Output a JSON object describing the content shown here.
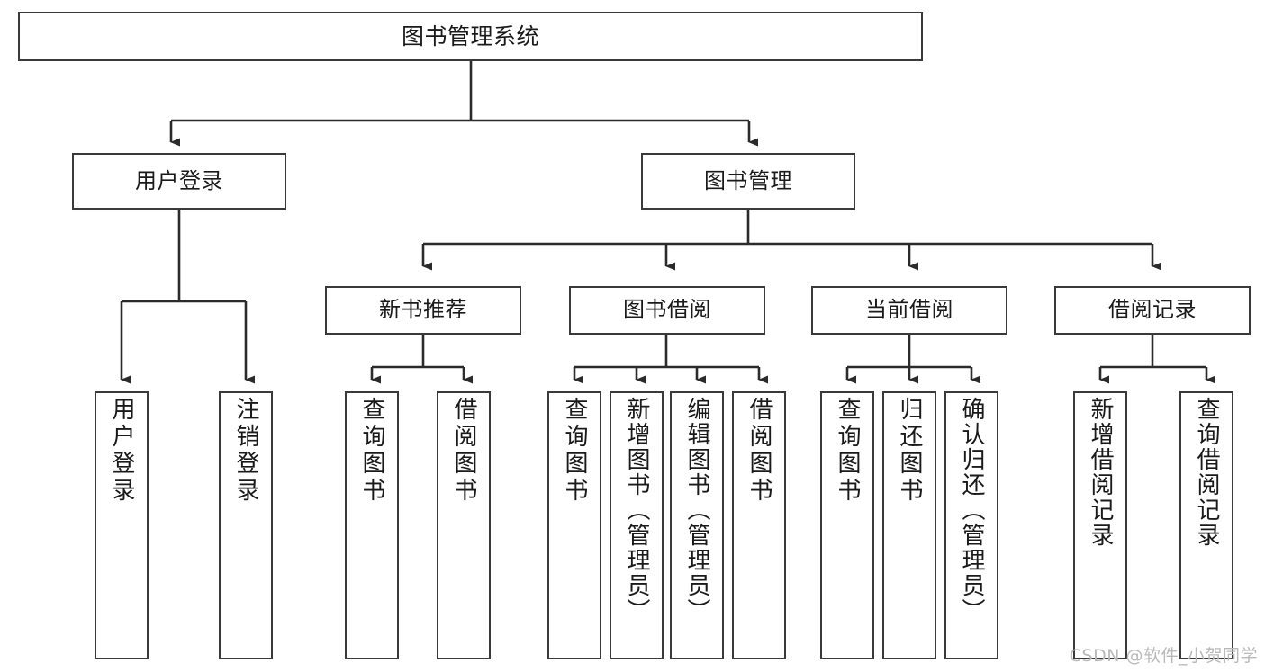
{
  "diagram": {
    "title": "图书管理系统",
    "type": "tree",
    "watermark": "CSDN @软件_小贺同学",
    "colors": {
      "box_border": "#3a3a3a",
      "box_fill": "#ffffff",
      "connector": "#2b2b2b",
      "text": "#1a1a1a",
      "watermark": "#b9b9b9",
      "background": "#ffffff"
    },
    "nodes": {
      "root": {
        "label": "图书管理系统"
      },
      "level2": [
        {
          "id": "user-login",
          "label": "用户登录"
        },
        {
          "id": "book-management",
          "label": "图书管理"
        }
      ],
      "level3": [
        {
          "id": "new-book-recommend",
          "label": "新书推荐"
        },
        {
          "id": "book-borrow",
          "label": "图书借阅"
        },
        {
          "id": "current-borrow",
          "label": "当前借阅"
        },
        {
          "id": "borrow-record",
          "label": "借阅记录"
        }
      ],
      "leaves": {
        "user-login": [
          {
            "id": "leaf-user-login",
            "label": "用户登录"
          },
          {
            "id": "leaf-user-logout",
            "label": "注销登录"
          }
        ],
        "new-book-recommend": [
          {
            "id": "leaf-query-book-1",
            "label": "查询图书"
          },
          {
            "id": "leaf-borrow-book-1",
            "label": "借阅图书"
          }
        ],
        "book-borrow": [
          {
            "id": "leaf-query-book-2",
            "label": "查询图书"
          },
          {
            "id": "leaf-add-book",
            "label": "新增图书（管理员）"
          },
          {
            "id": "leaf-edit-book",
            "label": "编辑图书（管理员）"
          },
          {
            "id": "leaf-borrow-book-2",
            "label": "借阅图书"
          }
        ],
        "current-borrow": [
          {
            "id": "leaf-query-book-3",
            "label": "查询图书"
          },
          {
            "id": "leaf-return-book",
            "label": "归还图书"
          },
          {
            "id": "leaf-confirm-return",
            "label": "确认归还（管理员）"
          }
        ],
        "borrow-record": [
          {
            "id": "leaf-add-record",
            "label": "新增借阅记录"
          },
          {
            "id": "leaf-query-record",
            "label": "查询借阅记录"
          }
        ]
      }
    }
  }
}
